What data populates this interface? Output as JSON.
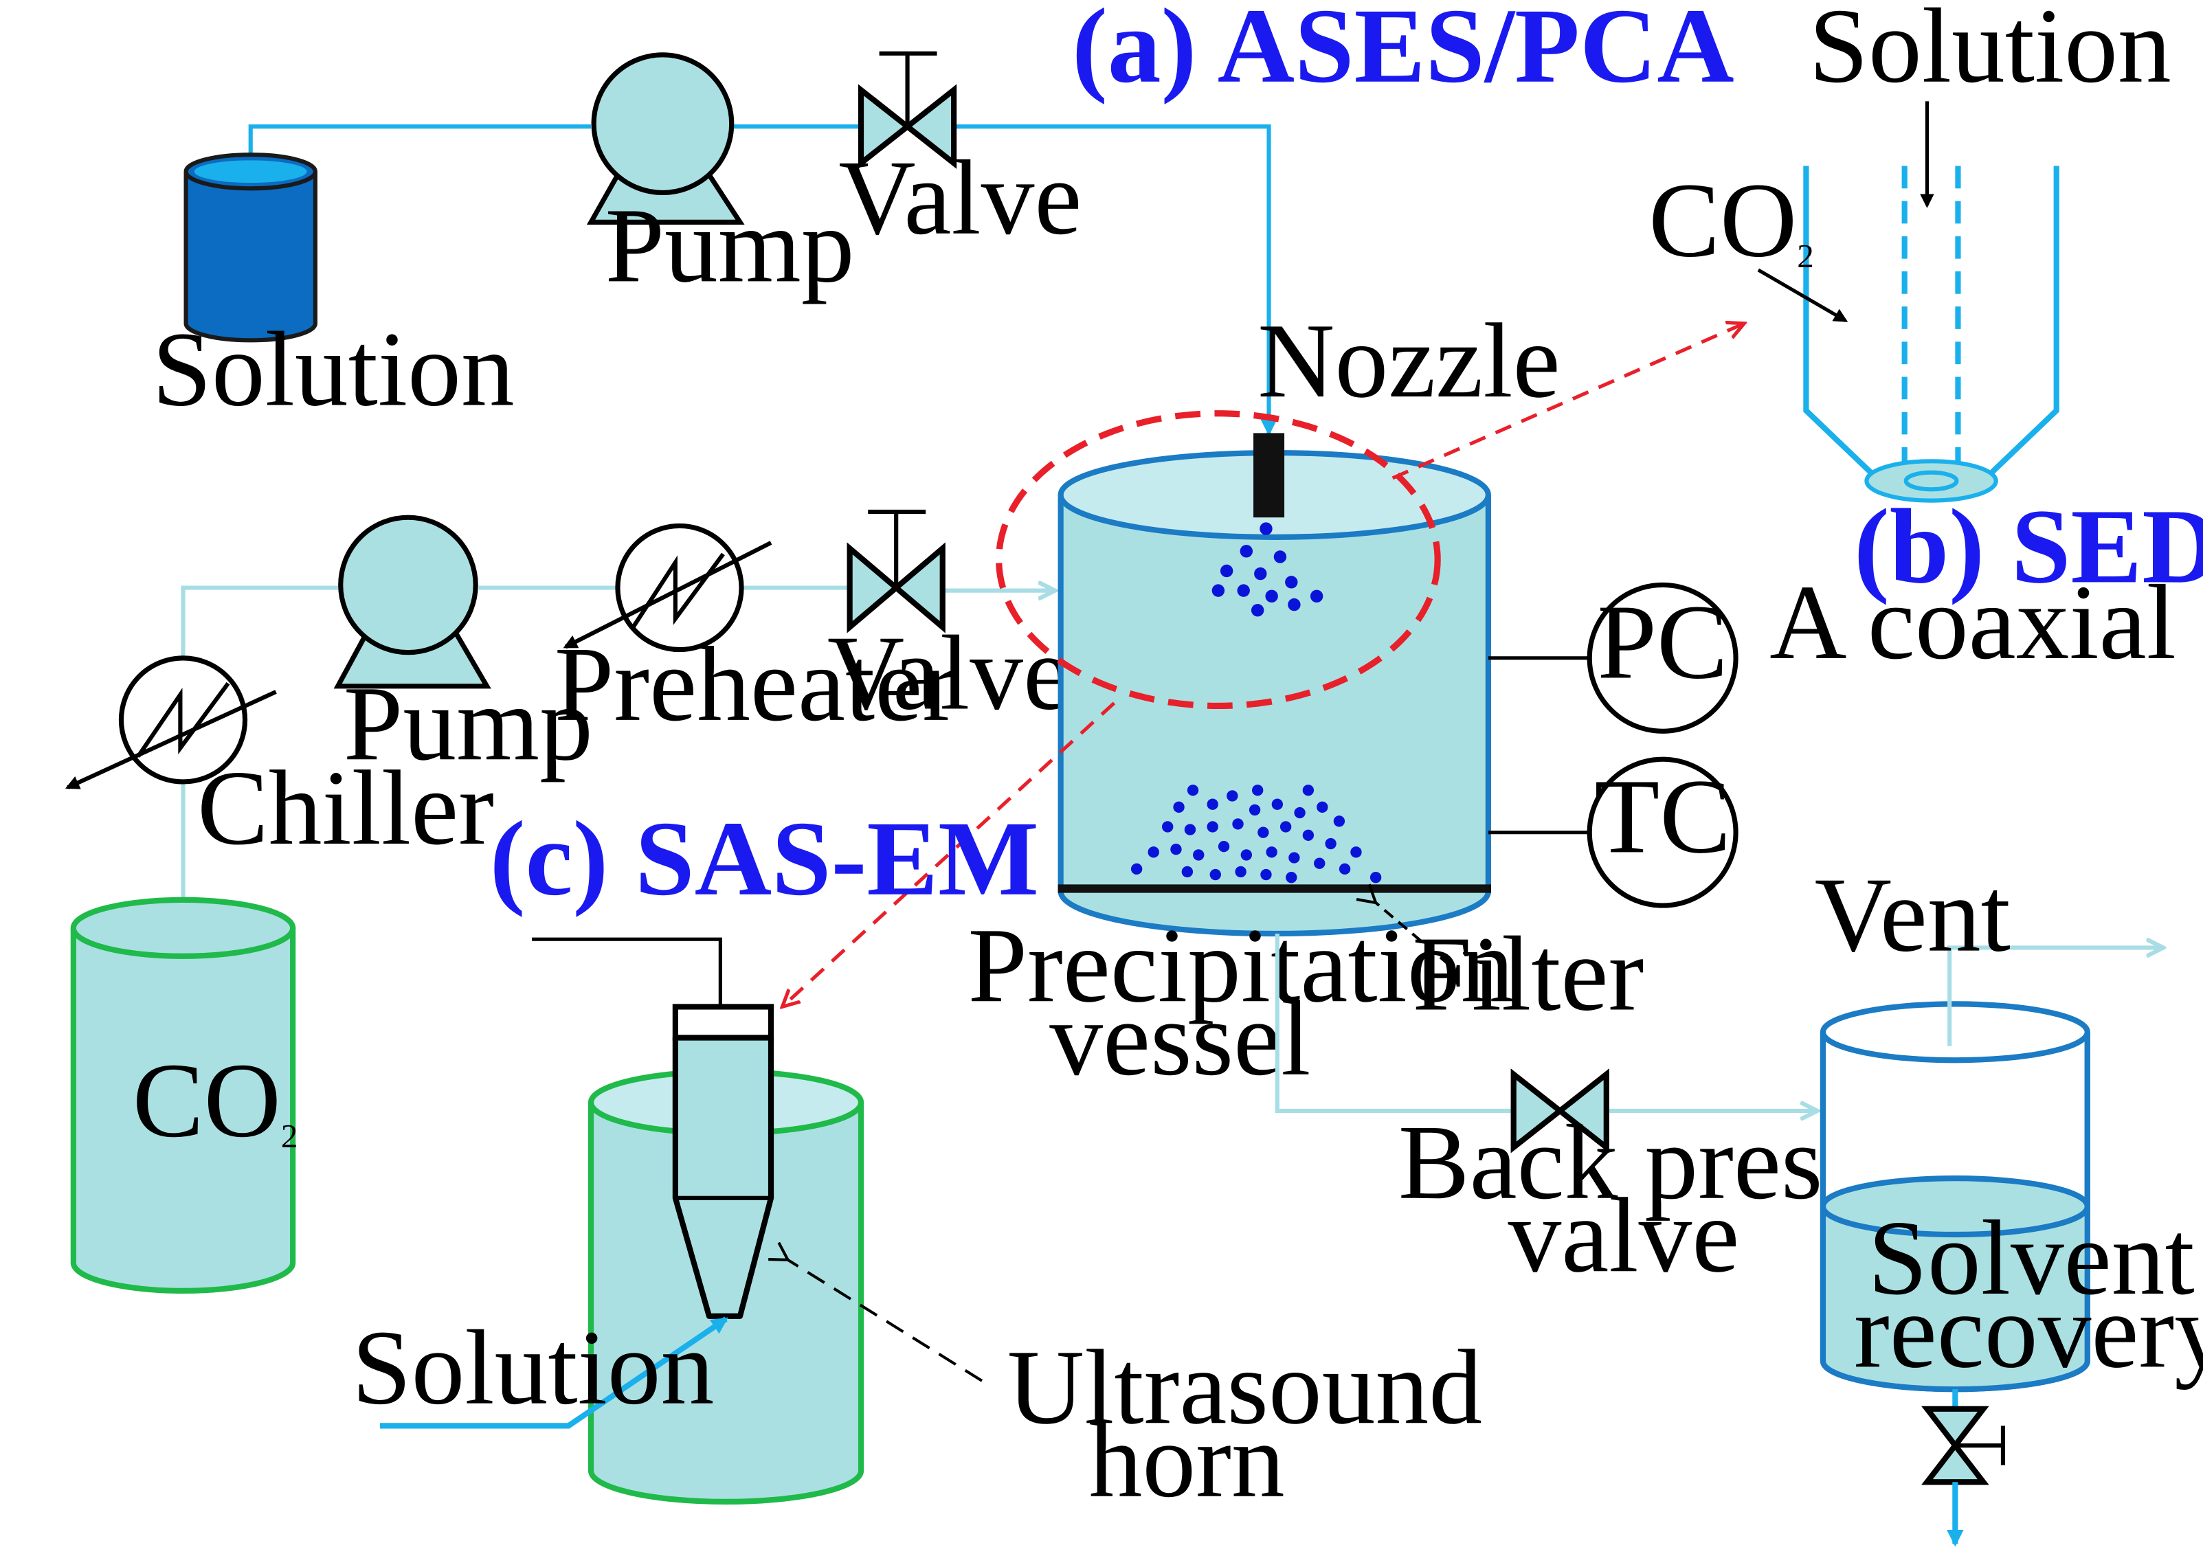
{
  "titles": {
    "ases_pca": "(a) ASES/PCA",
    "seds": "(b) SEDS",
    "sas_em": "(c) SAS-EM"
  },
  "labels": {
    "solution_tank": "Solution",
    "pump_top": "Pump",
    "valve_top": "Valve",
    "nozzle": "Nozzle",
    "coax_solution": "Solution",
    "coax_co2": "CO",
    "coax_co2_sub": "2",
    "coax_caption": "A coaxial nozzle",
    "pump_mid": "Pump",
    "preheater": "Preheater",
    "valve_mid": "Valve",
    "chiller": "Chiller",
    "co2_tank": "CO",
    "co2_tank_sub": "2",
    "pc": "PC",
    "tc": "TC",
    "filter": "Filter",
    "vessel_line1": "Precipitation",
    "vessel_line2": "vessel",
    "vent": "Vent",
    "bpv_line1": "Back pressure",
    "bpv_line2": "valve",
    "recovery_line1": "Solvent",
    "recovery_line2": "recovery",
    "sas_solution": "Solution",
    "horn_line1": "Ultrasound",
    "horn_line2": "horn"
  },
  "colors": {
    "solution_line": "#1ab0ec",
    "co2_line": "#a8dde6",
    "liquid_fill": "#abe0e3",
    "particle": "#0a14d8",
    "red_dash": "#e8202a",
    "title_blue": "#1a1af0",
    "tank_blue": "#0b6cc1",
    "vessel_border": "#1b7bc4",
    "green_border": "#1fba4a"
  }
}
